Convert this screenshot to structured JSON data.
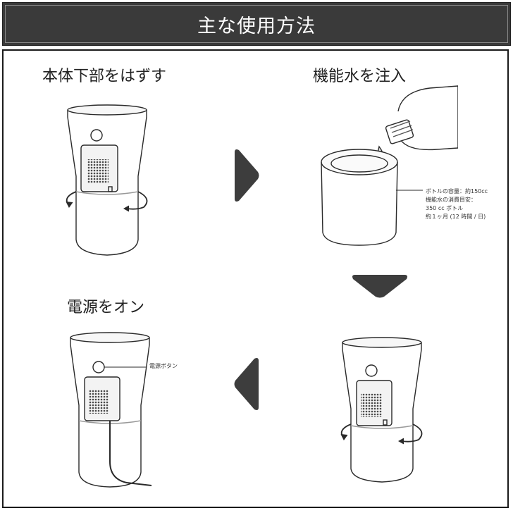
{
  "header": {
    "title": "主な使用方法"
  },
  "steps": [
    {
      "label": "本体下部をはずす"
    },
    {
      "label": "機能水を注入"
    },
    {
      "label": "電源をオン"
    }
  ],
  "annotations": {
    "bottle": {
      "line1": "ボトルの容量：約150cc",
      "line2": "機能水の消費目安：",
      "line3": "350 cc ボトル",
      "line4": "約１ヶ月 (12 時間 / 日)"
    },
    "power_button": "電源ボタン"
  },
  "colors": {
    "header_bg": "#3a3a3a",
    "arrow": "#3d3d3d",
    "line": "#2a2a2a"
  }
}
